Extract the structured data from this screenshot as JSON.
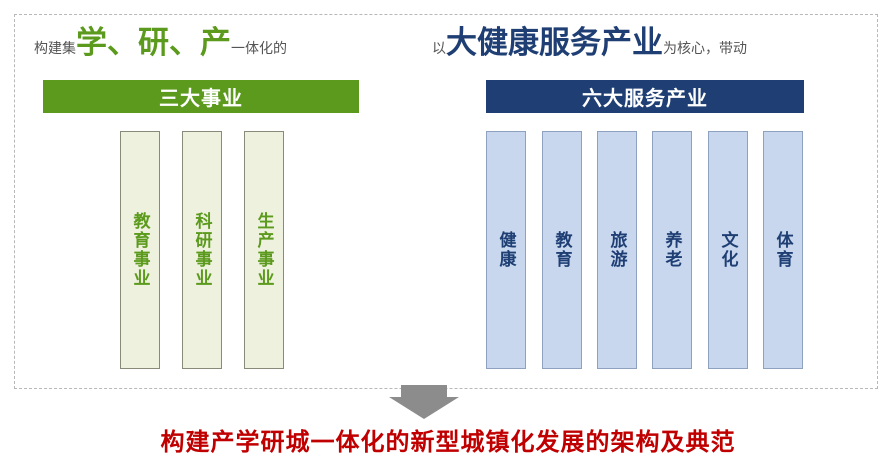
{
  "left_headline": {
    "prefix": "构建集",
    "word1": "学",
    "sep1": "、",
    "word2": "研",
    "sep2": "、",
    "word3": "产",
    "suffix": "一体化的"
  },
  "right_headline": {
    "prefix": "以",
    "highlight": "大健康服务产业",
    "suffix": "为核心，带动"
  },
  "left_banner": "三大事业",
  "right_banner": "六大服务产业",
  "left_columns": [
    "教育事业",
    "科研事业",
    "生产事业"
  ],
  "right_columns": [
    "健康",
    "教育",
    "旅游",
    "养老",
    "文化",
    "体育"
  ],
  "footer": "构建产学研城一体化的新型城镇化发展的架构及典范",
  "colors": {
    "green": "#5b9a1c",
    "navy": "#1f3f74",
    "red": "#c00000",
    "arrow": "#8c8c8c"
  }
}
